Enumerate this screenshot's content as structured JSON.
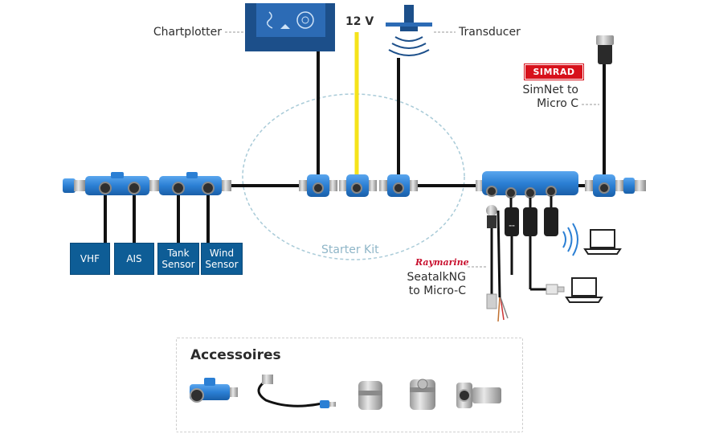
{
  "labels": {
    "chartplotter": "Chartplotter",
    "voltage": "12 V",
    "transducer": "Transducer",
    "simnet_line1": "SimNet to",
    "simnet_line2": "Micro C",
    "starter_kit": "Starter Kit",
    "seatalk_line1": "SeatalkNG",
    "seatalk_line2": "to Micro-C"
  },
  "brands": {
    "simrad": "SIMRAD",
    "raymarine": "Raymarine"
  },
  "devices": [
    {
      "label_line1": "VHF",
      "label_line2": ""
    },
    {
      "label_line1": "AIS",
      "label_line2": ""
    },
    {
      "label_line1": "Tank",
      "label_line2": "Sensor"
    },
    {
      "label_line1": "Wind",
      "label_line2": "Sensor"
    }
  ],
  "accessories": {
    "title": "Accessoires",
    "items": [
      "tee-connector",
      "drop-cable",
      "male-terminator",
      "female-terminator",
      "bulkhead-connector"
    ]
  },
  "colors": {
    "connector_blue": "#2b7fd4",
    "device_box": "#0e5d96",
    "power_cable": "#f5e31a",
    "cable": "#111111",
    "simrad_red": "#d7111b",
    "raymarine_red": "#c8102e"
  }
}
